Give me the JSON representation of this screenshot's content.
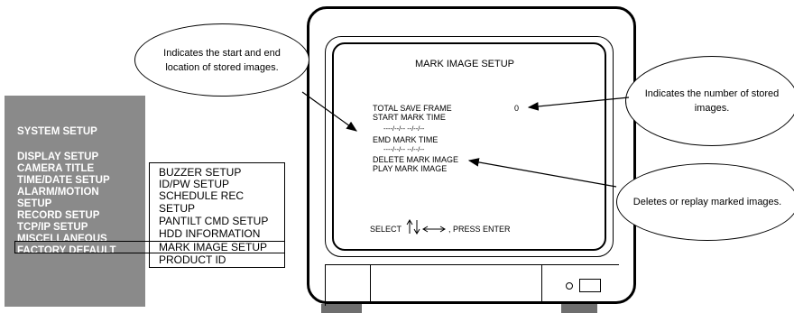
{
  "left_menu": {
    "items": [
      "SYSTEM SETUP",
      "DISPLAY SETUP",
      "CAMERA TITLE",
      "TIME/DATE SETUP",
      "ALARM/MOTION",
      "SETUP",
      "RECORD SETUP",
      "TCP/IP SETUP",
      "MISCELLANEOUS",
      "FACTORY DEFAULT"
    ]
  },
  "sub_menu": {
    "items": [
      "BUZZER SETUP",
      "ID/PW SETUP",
      "SCHEDULE REC",
      "SETUP",
      "PANTILT CMD SETUP",
      "HDD INFORMATION",
      "MARK IMAGE SETUP",
      "PRODUCT ID"
    ],
    "selected": "MARK IMAGE SETUP"
  },
  "screen": {
    "title": "MARK IMAGE SETUP",
    "total_save_frame_label": "TOTAL SAVE FRAME",
    "total_save_frame_value": "0",
    "start_mark_label": "START MARK TIME",
    "start_mark_value": "----/--/--  --/--/--",
    "end_mark_label": "EMD MARK TIME",
    "end_mark_value": "----/--/--  --/--/--",
    "delete_label": "DELETE MARK IMAGE",
    "play_label": "PLAY MARK IMAGE",
    "footer_select": "SELECT",
    "footer_press": ",  PRESS  ENTER"
  },
  "callouts": {
    "start_end": "Indicates the start and end location of stored images.",
    "number": "Indicates the number of stored images.",
    "delete_replay": "Deletes or replay marked images."
  }
}
